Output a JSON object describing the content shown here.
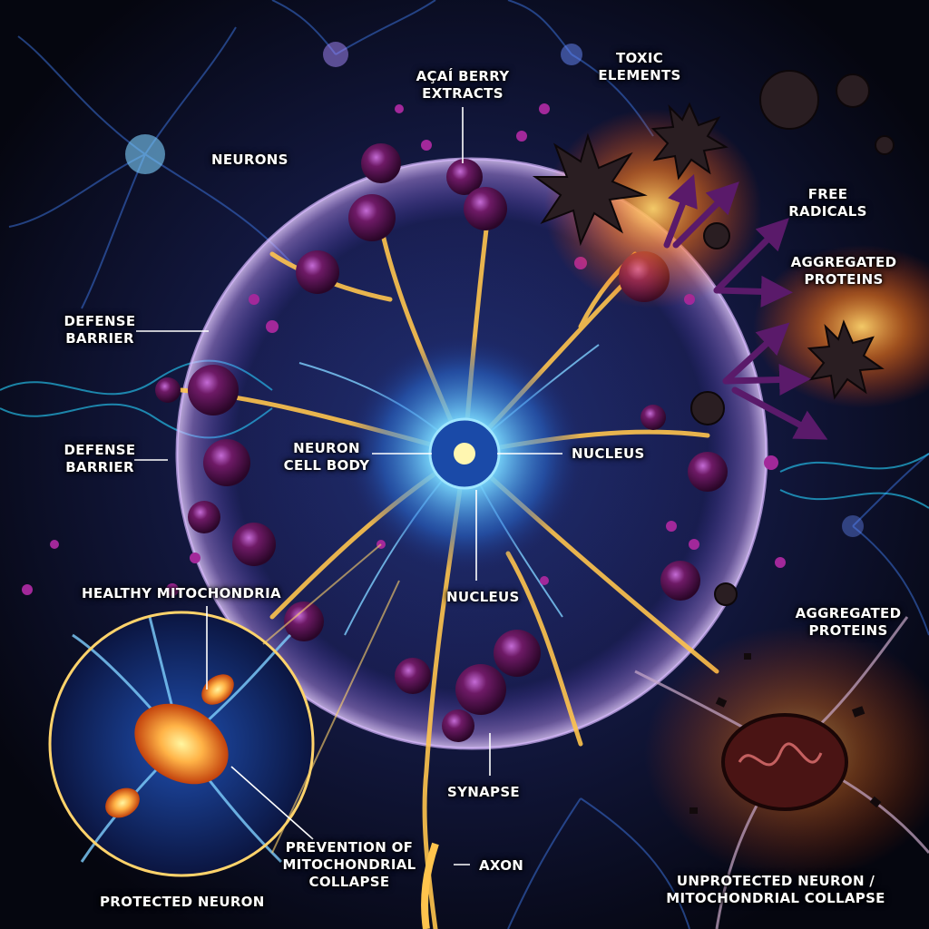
{
  "labels": {
    "acai_berry_extracts": "AÇAÍ BERRY\nEXTRACTS",
    "toxic_elements": "TOXIC\nELEMENTS",
    "neurons": "NEURONS",
    "free_radicals": "FREE\nRADICALS",
    "aggregated_proteins_top": "AGGREGATED\nPROTEINS",
    "defense_barrier_top": "DEFENSE\nBARRIER",
    "defense_barrier_bottom": "DEFENSE\nBARRIER",
    "neuron_cell_body": "NEURON\nCELL BODY",
    "nucleus_right": "NUCLEUS",
    "nucleus_center": "NUCLEUS",
    "healthy_mitochondria": "HEALTHY MITOCHONDRIA",
    "aggregated_proteins_bottom": "AGGREGATED\nPROTEINS",
    "synapse": "SYNAPSE",
    "prevention_of_mitochondrial_collapse": "PREVENTION OF\nMITOCHONDRIAL\nCOLLAPSE",
    "axon": "AXON",
    "protected_neuron": "PROTECTED NEURON",
    "unprotected_neuron": "UNPROTECTED NEURON /\nMITOCHONDRIAL COLLAPSE"
  },
  "colors": {
    "background": "#07081a",
    "neuron_glow": "#3fb6ff",
    "barrier": "#a56bff",
    "berry": "#5b0f4a",
    "dendrite_gold": "#ffc44d",
    "toxic": "#2a1e22",
    "fire": "#ff7a1a",
    "arrow": "#5a1a6a"
  }
}
